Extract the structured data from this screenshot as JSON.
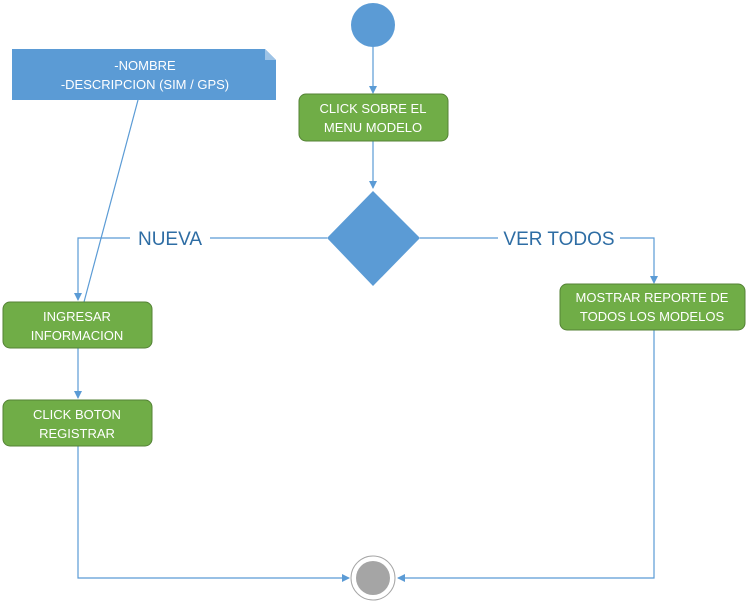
{
  "diagram": {
    "note": {
      "lines": [
        "-NOMBRE",
        "-DESCRIPCION (SIM / GPS)"
      ]
    },
    "nodes": {
      "menu_modelo": [
        "CLICK SOBRE EL",
        "MENU MODELO"
      ],
      "ingresar_informacion": [
        "INGRESAR",
        "INFORMACION"
      ],
      "click_boton_registrar": [
        "CLICK BOTON",
        "REGISTRAR"
      ],
      "mostrar_reporte": [
        "MOSTRAR REPORTE DE",
        "TODOS LOS MODELOS"
      ]
    },
    "edge_labels": {
      "left": "NUEVA",
      "right": "VER TODOS"
    }
  },
  "colors": {
    "action_fill": "#70ad47",
    "action_stroke": "#548235",
    "decision_fill": "#5b9bd5",
    "start_fill": "#5b9bd5",
    "note_fill": "#5b9bd5",
    "edge": "#5b9bd5",
    "end_fill": "#a5a5a5"
  }
}
